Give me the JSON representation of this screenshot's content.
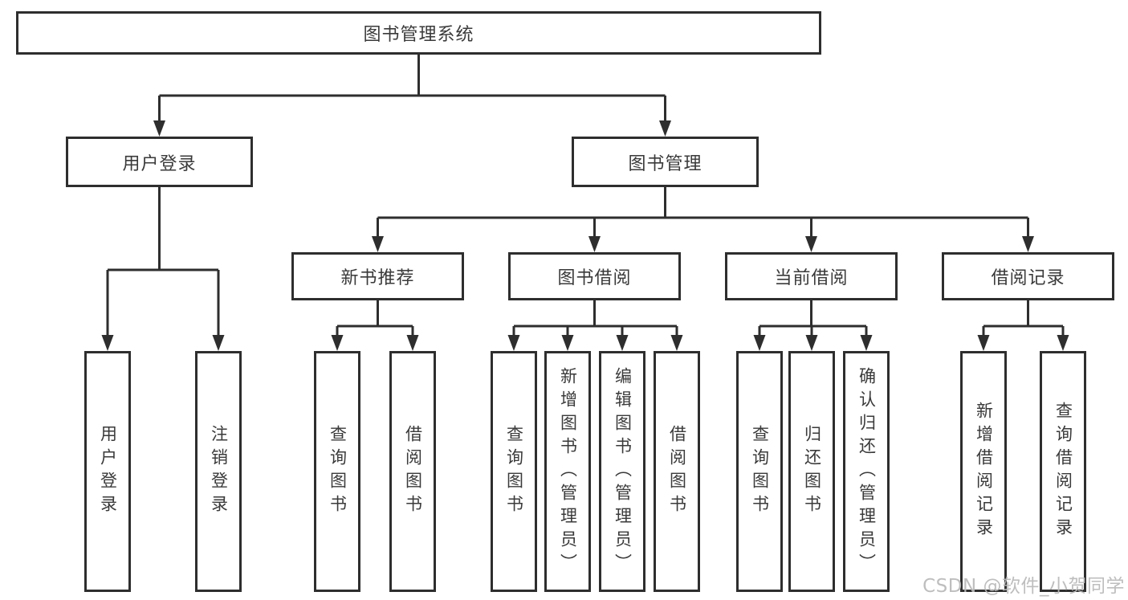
{
  "diagram": {
    "root": {
      "label": "图书管理系统"
    },
    "branches": [
      {
        "label": "用户登录",
        "children": [
          {
            "label": "用户登录"
          },
          {
            "label": "注销登录"
          }
        ]
      },
      {
        "label": "图书管理",
        "groups": [
          {
            "label": "新书推荐",
            "children": [
              {
                "label": "查询图书"
              },
              {
                "label": "借阅图书"
              }
            ]
          },
          {
            "label": "图书借阅",
            "children": [
              {
                "label": "查询图书"
              },
              {
                "label": "新增图书（管理员）"
              },
              {
                "label": "编辑图书（管理员）"
              },
              {
                "label": "借阅图书"
              }
            ]
          },
          {
            "label": "当前借阅",
            "children": [
              {
                "label": "查询图书"
              },
              {
                "label": "归还图书"
              },
              {
                "label": "确认归还（管理员）"
              }
            ]
          },
          {
            "label": "借阅记录",
            "children": [
              {
                "label": "新增借阅记录"
              },
              {
                "label": "查询借阅记录"
              }
            ]
          }
        ]
      }
    ]
  },
  "style": {
    "line_color": "#2e2e2e",
    "text_color": "#3a3a3a",
    "watermark_color": "#b9b9b9"
  },
  "watermark": {
    "text": "CSDN @软件_小贺同学"
  }
}
